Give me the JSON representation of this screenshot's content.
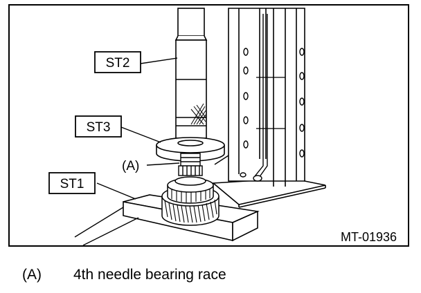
{
  "labels": {
    "st2": "ST2",
    "st3": "ST3",
    "st1": "ST1",
    "a": "(A)",
    "figure_code": "MT-01936"
  },
  "caption": {
    "key": "(A)",
    "text": "4th needle bearing race"
  },
  "colors": {
    "ink": "#000000",
    "background": "#ffffff"
  }
}
